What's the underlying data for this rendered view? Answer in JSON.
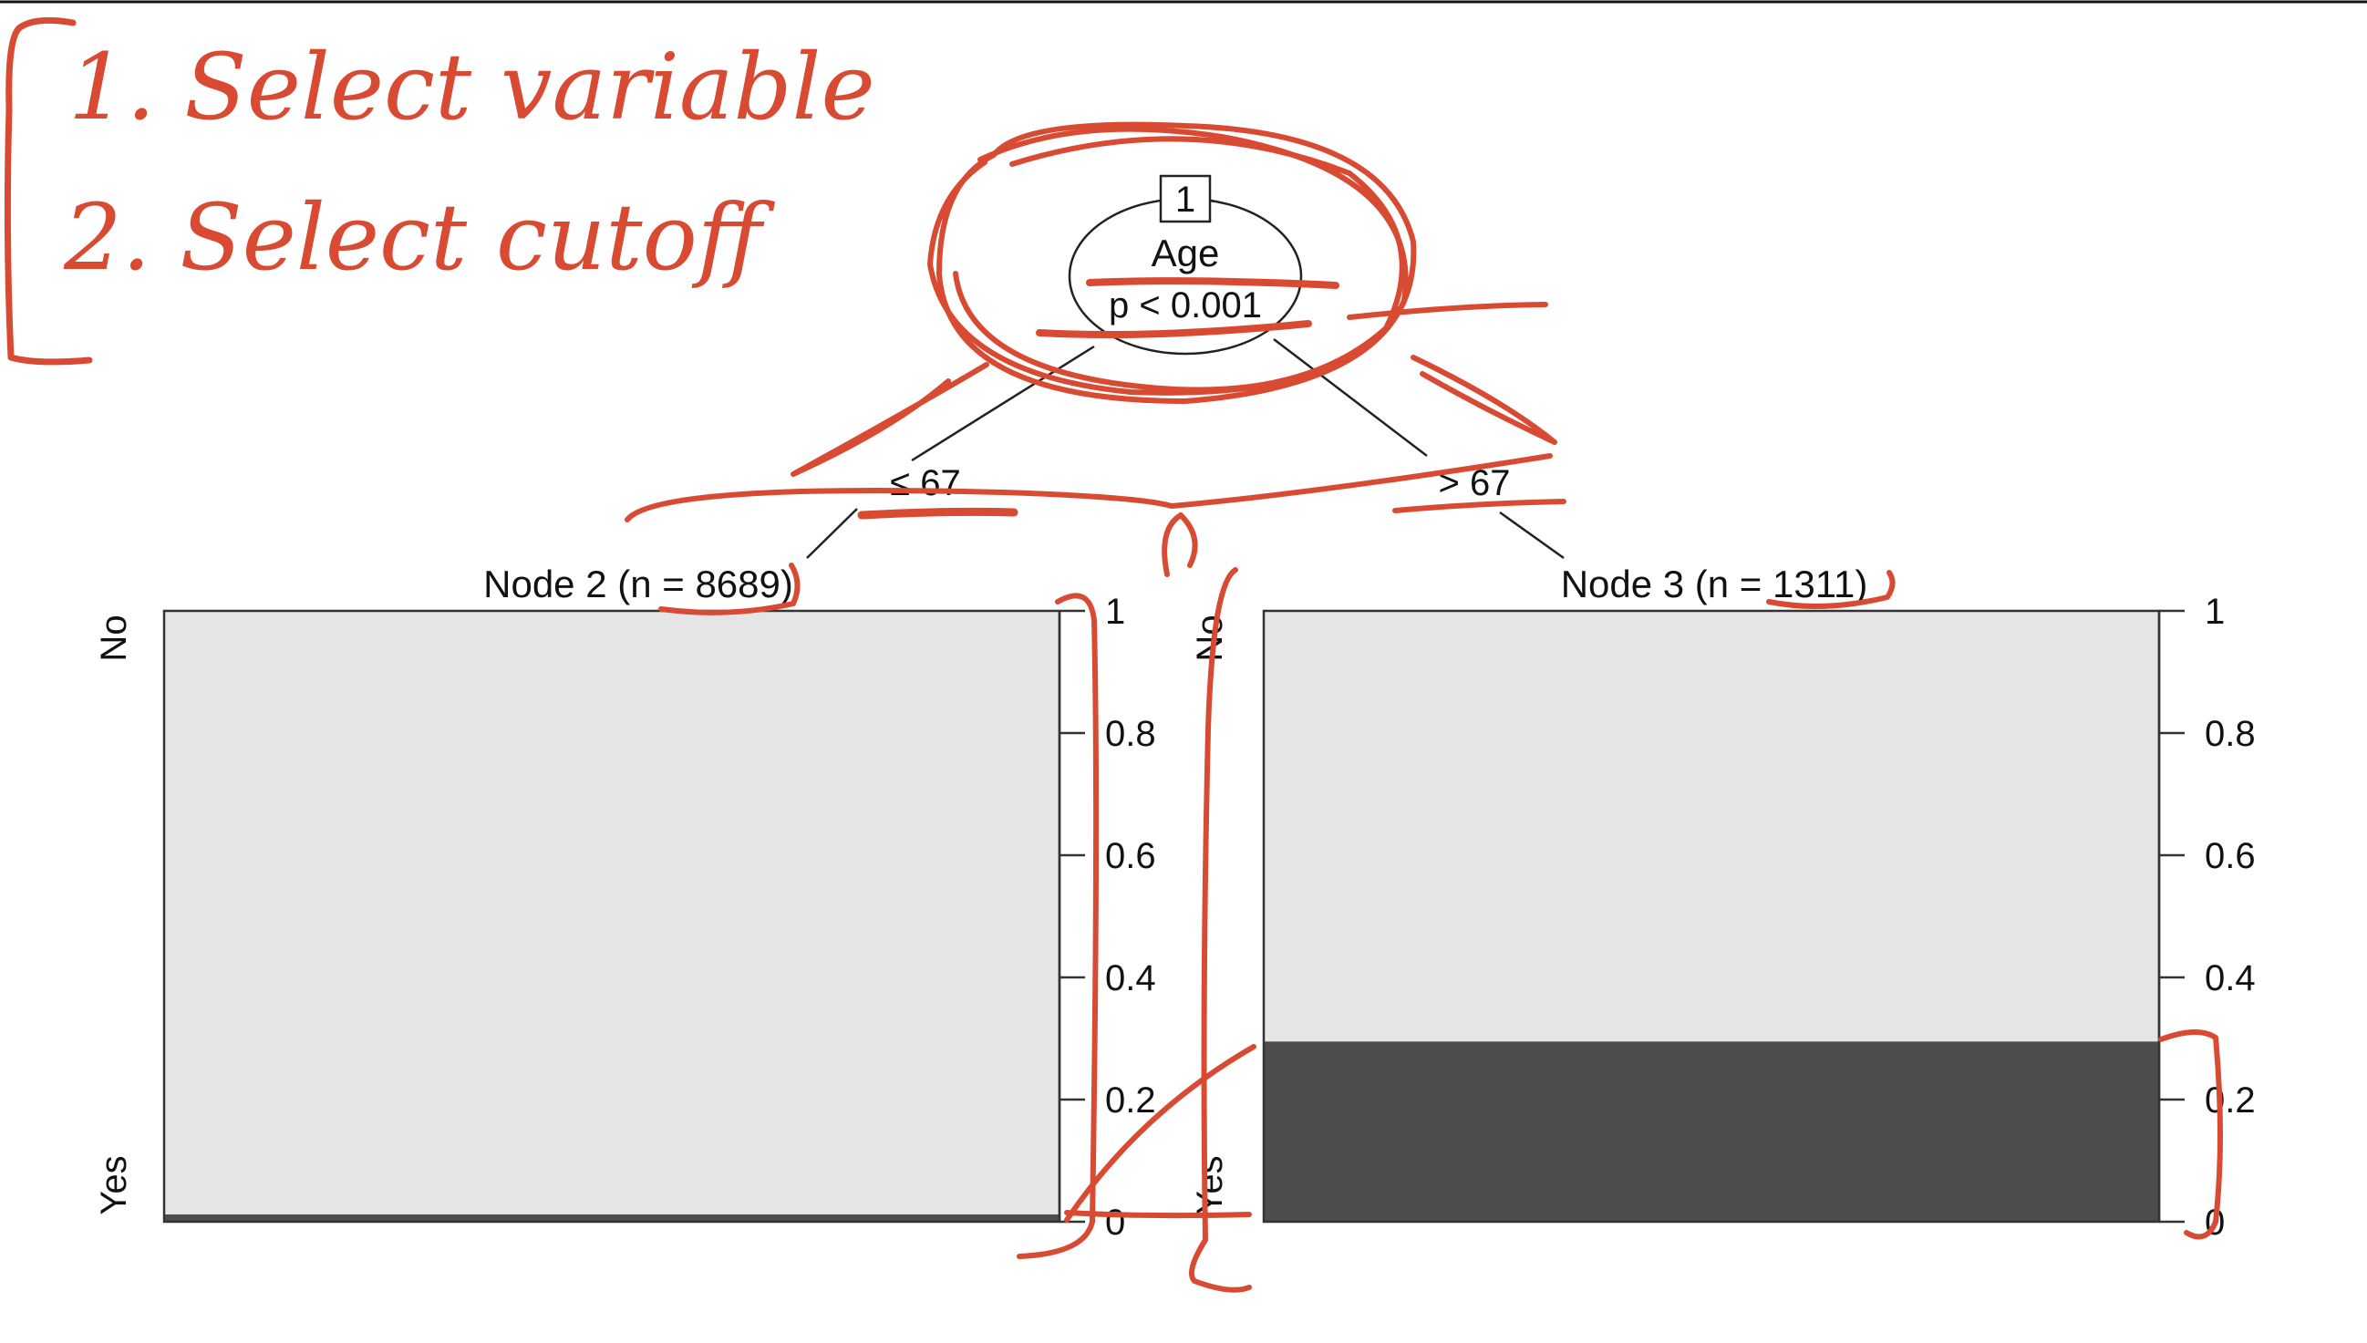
{
  "tree": {
    "root": {
      "id": "1",
      "variable": "Age",
      "p_value": "p < 0.001"
    },
    "edges": {
      "left_label": "≤ 67",
      "right_label": "> 67"
    },
    "nodes": [
      {
        "title": "Node 2 (n = 8689)",
        "top_class": "No",
        "bottom_class": "Yes",
        "yes_fraction": 0.012
      },
      {
        "title": "Node 3 (n = 1311)",
        "top_class": "No",
        "bottom_class": "Yes",
        "yes_fraction": 0.295
      }
    ],
    "axis_ticks": [
      "1",
      "0.8",
      "0.6",
      "0.4",
      "0.2",
      "0"
    ]
  },
  "annotations": {
    "line1": "1. Select variable",
    "line2": "2. Select cutoff"
  },
  "colors": {
    "no_fill": "#e5e5e5",
    "yes_fill": "#4d4d4d",
    "ink": "#d94a33",
    "frame": "#333333"
  }
}
